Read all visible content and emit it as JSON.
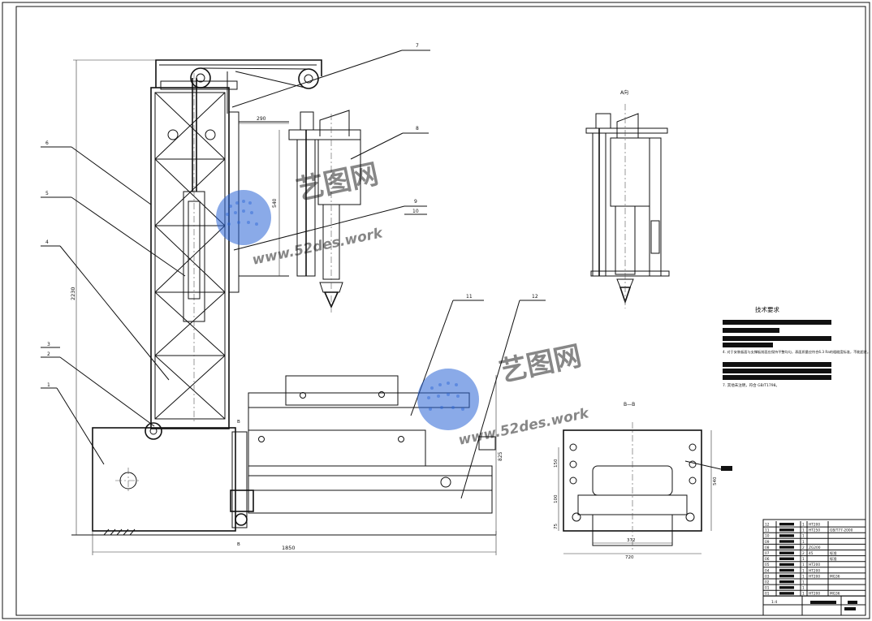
{
  "labels": {
    "view_ab": "A向",
    "section_bb": "B—B",
    "tech_title": "技术要求",
    "tech_note4": "4. 对于安装板面与支撑板前面应保持平整均匀，表面质量应符合6.3 Ra的粗糙度标准，不能超差。",
    "tech_note_general": "7. 其他未注明，符合 GB/T1798。",
    "dim_1850": "1850",
    "dim_2230": "2230",
    "dim_290": "290",
    "dim_540": "540",
    "dim_720": "720",
    "dim_372": "372",
    "dim_540b": "540",
    "dim_825": "825",
    "dim_150": "150",
    "dim_100": "100",
    "dim_75": "75",
    "section_mark_b": "B",
    "section_mark_b2": "B"
  },
  "balloons": [
    "1",
    "2",
    "3",
    "4",
    "5",
    "6",
    "7",
    "8",
    "9",
    "10",
    "11",
    "12"
  ],
  "bom": {
    "rows": [
      {
        "no": "12",
        "qty": "1",
        "mat": "HT200",
        "std": ""
      },
      {
        "no": "11",
        "qty": "1",
        "mat": "HT250",
        "std": "GB/T77-2000"
      },
      {
        "no": "10",
        "qty": "1",
        "mat": "",
        "std": ""
      },
      {
        "no": "09",
        "qty": "1",
        "mat": "",
        "std": ""
      },
      {
        "no": "08",
        "qty": "2",
        "mat": "ZG200",
        "std": ""
      },
      {
        "no": "07",
        "qty": "2",
        "mat": "45",
        "std": "标准"
      },
      {
        "no": "06",
        "qty": "1",
        "mat": "",
        "std": "标准"
      },
      {
        "no": "05",
        "qty": "1",
        "mat": "HT200",
        "std": ""
      },
      {
        "no": "04",
        "qty": "1",
        "mat": "HT200",
        "std": ""
      },
      {
        "no": "03",
        "qty": "1",
        "mat": "HT200",
        "std": "MG36"
      },
      {
        "no": "02",
        "qty": "1",
        "mat": "",
        "std": ""
      },
      {
        "no": "01",
        "qty": "1",
        "mat": "",
        "std": ""
      },
      {
        "no": "01",
        "qty": "1",
        "mat": "HT200",
        "std": "MG36"
      }
    ],
    "scale": "1:4"
  },
  "watermark": {
    "brand": "艺图网",
    "url": "www.52des.work",
    "color": "#2a64d6"
  }
}
